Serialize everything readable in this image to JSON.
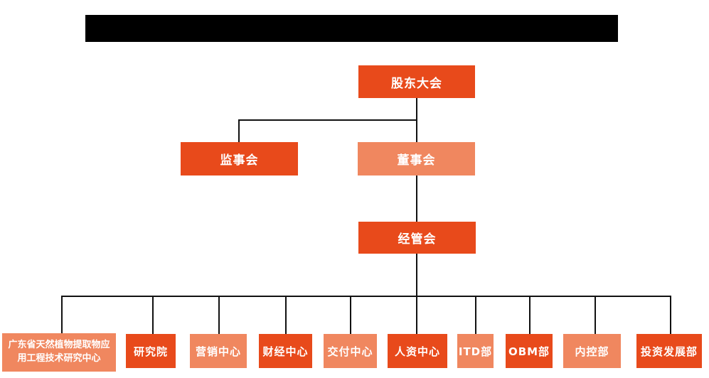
{
  "colors": {
    "box_primary": "#E84A1B",
    "box_secondary": "#F0875F",
    "box_text": "#FFFFFF",
    "connector": "#111111",
    "redaction_bar": "#000000",
    "background": "#FFFFFF"
  },
  "org_chart": {
    "level1": {
      "shareholders": {
        "label": "股东大会"
      }
    },
    "level2": {
      "supervisory": {
        "label": "监事会"
      },
      "board": {
        "label": "董事会"
      }
    },
    "level3": {
      "management": {
        "label": "经管会"
      }
    },
    "level4": [
      {
        "label": "广东省天然植物提取物应用工程技术研究中心",
        "line1": "广东省天然植物提取物应",
        "line2": "用工程技术研究中心"
      },
      {
        "label": "研究院"
      },
      {
        "label": "营销中心"
      },
      {
        "label": "财经中心"
      },
      {
        "label": "交付中心"
      },
      {
        "label": "人资中心"
      },
      {
        "label": "ITD部"
      },
      {
        "label": "OBM部"
      },
      {
        "label": "内控部"
      },
      {
        "label": "投资发展部"
      }
    ]
  }
}
